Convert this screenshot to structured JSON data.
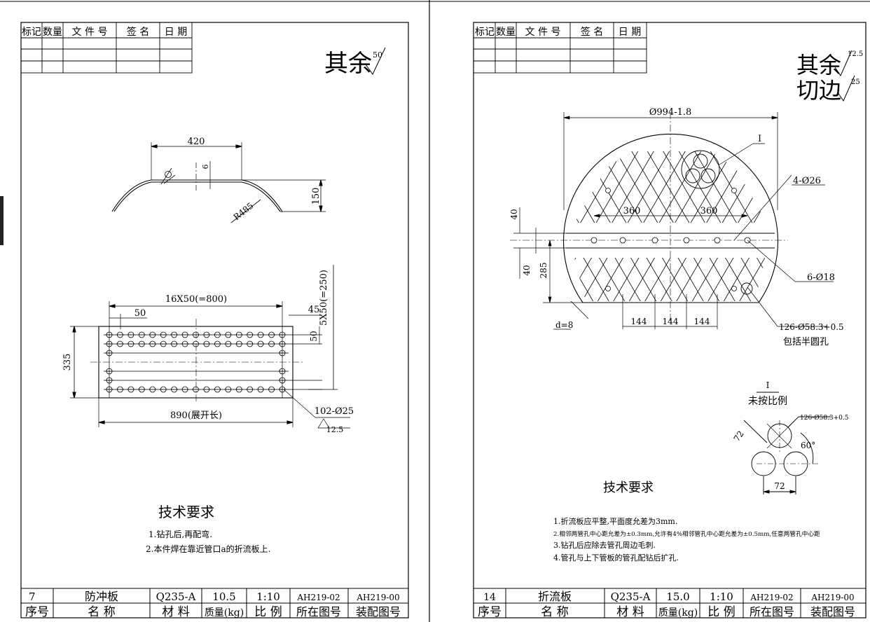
{
  "revision_header": [
    "标记",
    "数量",
    "文 件 号",
    "签 名",
    "日 期"
  ],
  "left_sheet": {
    "roughness_label": "其余",
    "roughness_value": "50",
    "dims": {
      "width_top": "420",
      "thickness": "6",
      "height": "150",
      "radius": "R485",
      "hole_span": "16X50(=800)",
      "pitch": "50",
      "edge": "45",
      "rows_span": "5X50(=250)",
      "row_pitch": "50",
      "height_total": "335",
      "unfolded": "890(展开长)",
      "holes": "102-Ø25",
      "hole_roughness": "12.5"
    },
    "tech_title": "技术要求",
    "tech_notes": [
      "1.钻孔后,再配弯.",
      "2.本件焊在靠近管口a的折流板上."
    ],
    "bottom_row": [
      "7",
      "防冲板",
      "Q235-A",
      "10.5",
      "1:10",
      "AH219-02",
      "AH219-00"
    ],
    "bottom_header": [
      "序号",
      "名 称",
      "材 料",
      "质量(kg)",
      "比 例",
      "所在图号",
      "装配图号"
    ]
  },
  "right_sheet": {
    "roughness_label": "其余",
    "roughness_value": "12.5",
    "cut_label": "切边",
    "cut_value": "25",
    "dims": {
      "diameter": "Ø994-1.8",
      "detail_mark": "I",
      "holes_26": "4-Ø26",
      "span_left": "360",
      "span_right": "360",
      "offset_top": "40",
      "offset_bottom": "40",
      "height": "285",
      "holes_18": "6-Ø18",
      "thickness": "d=8",
      "pitch_1": "144",
      "pitch_2": "144",
      "pitch_3": "144",
      "tube_holes": "126-Ø58.3+0.5",
      "tube_holes_note": "包括半圆孔"
    },
    "detail_title": "I",
    "detail_scale": "未按比例",
    "detail_holes": "126-Ø58.3+0.5",
    "detail_pitch_a": "72",
    "detail_pitch_b": "72",
    "detail_angle": "60°",
    "tech_title": "技术要求",
    "tech_notes": [
      "1.折流板应平整,平面度允差为3mm.",
      "2.相邻两管孔中心距允差为±0.3mm,允许有4%相邻管孔中心距允差为±0.5mm,任意两管孔中心距",
      "3.钻孔后应除去管孔周边毛刺.",
      "4.管孔与上下管板的管孔配钻后扩孔."
    ],
    "bottom_row": [
      "14",
      "折流板",
      "Q235-A",
      "15.0",
      "1:10",
      "AH219-02",
      "AH219-00"
    ],
    "bottom_header": [
      "序号",
      "名 称",
      "材 料",
      "质量(kg)",
      "比 例",
      "所在图号",
      "装配图号"
    ]
  }
}
